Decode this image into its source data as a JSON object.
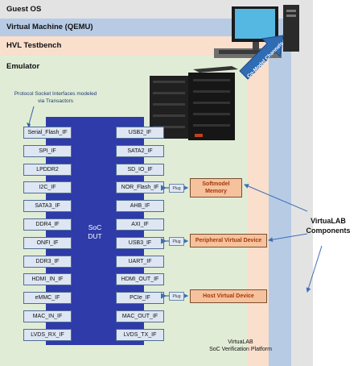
{
  "layers": {
    "guest_os": "Guest OS",
    "virtual_machine": "Virtual Machine (QEMU)",
    "hvl_testbench": "HVL Testbench",
    "emulator": "Emulator"
  },
  "channel_label": "Co-Model Channels",
  "socket_note": "Protocol Socket Interfaces modeled via Transactors",
  "soc": {
    "line1": "SoC",
    "line2": "DUT"
  },
  "left_interfaces": [
    "Serial_Flash_IF",
    "SPI_IF",
    "LPDDR2",
    "I2C_IF",
    "SATA3_IF",
    "DDR4_IF",
    "ONFI_IF",
    "DDR3_IF",
    "HDMI_IN_IF",
    "eMMC_IF",
    "MAC_IN_IF",
    "LVDS_RX_IF"
  ],
  "right_interfaces": [
    "USB2_IF",
    "SATA2_IF",
    "SD_IO_IF",
    "NOR_Flash_IF",
    "AHB_IF",
    "AXI_IF",
    "USB3_IF",
    "UART_IF",
    "HDMI_OUT_IF",
    "PCIe_IF",
    "MAC_OUT_IF",
    "LVDS_TX_IF"
  ],
  "plug_label": "Plug",
  "virtual_devices": {
    "softmodel_line1": "Softmodel",
    "softmodel_line2": "Memory",
    "peripheral": "Peripheral Virtual Device",
    "host": "Host Virtual Device"
  },
  "virtualab_components": {
    "line1": "VirtuaLAB",
    "line2": "Components"
  },
  "platform": {
    "line1": "VirtuaLAB",
    "line2": "SoC Verification Platform"
  },
  "colors": {
    "guest_os": "#e3e3e3",
    "virtual_machine": "#b7cbe5",
    "hvl_testbench": "#f9dfcc",
    "emulator": "#e1ecd6",
    "soc": "#2e3ba8",
    "virtual_device": "#f6c19d",
    "interface": "#dde6f2"
  }
}
